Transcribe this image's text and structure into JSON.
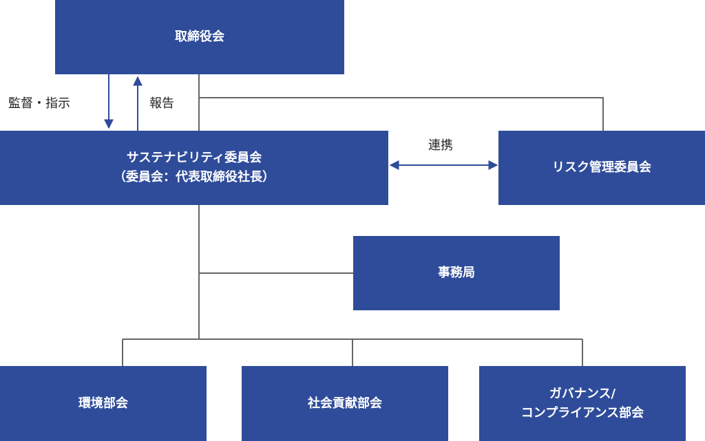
{
  "colors": {
    "box": "#2f4c9a",
    "connector": "#666666",
    "arrow": "#2f4c9a",
    "box_text": "#ffffff",
    "label_text": "#222222"
  },
  "nodes": {
    "board": {
      "lines": [
        "取締役会"
      ]
    },
    "sustainability_committee": {
      "lines": [
        "サステナビリティ委員会",
        "（委員会：代表取締役社長）"
      ]
    },
    "risk_committee": {
      "lines": [
        "リスク管理委員会"
      ]
    },
    "secretariat": {
      "lines": [
        "事務局"
      ]
    },
    "environment_dept": {
      "lines": [
        "環境部会"
      ]
    },
    "social_contribution_dept": {
      "lines": [
        "社会貢献部会"
      ]
    },
    "governance_compliance_dept": {
      "lines": [
        "ガバナンス/",
        "コンプライアンス部会"
      ]
    }
  },
  "edge_labels": {
    "oversight": "監督・指示",
    "report": "報告",
    "cooperation": "連携"
  }
}
